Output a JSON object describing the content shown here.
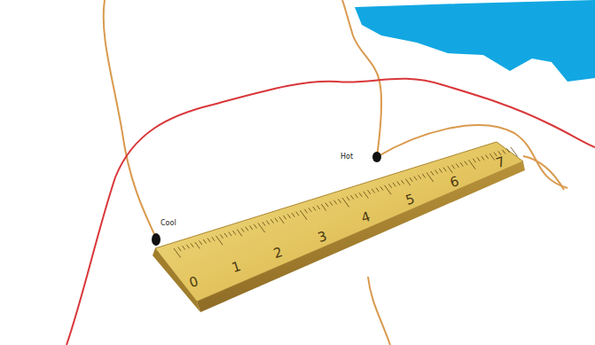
{
  "diagram": {
    "labels": [
      "Cool",
      "Hot",
      "0",
      "1",
      "2",
      "3",
      "4",
      "5",
      "6",
      "7"
    ]
  }
}
